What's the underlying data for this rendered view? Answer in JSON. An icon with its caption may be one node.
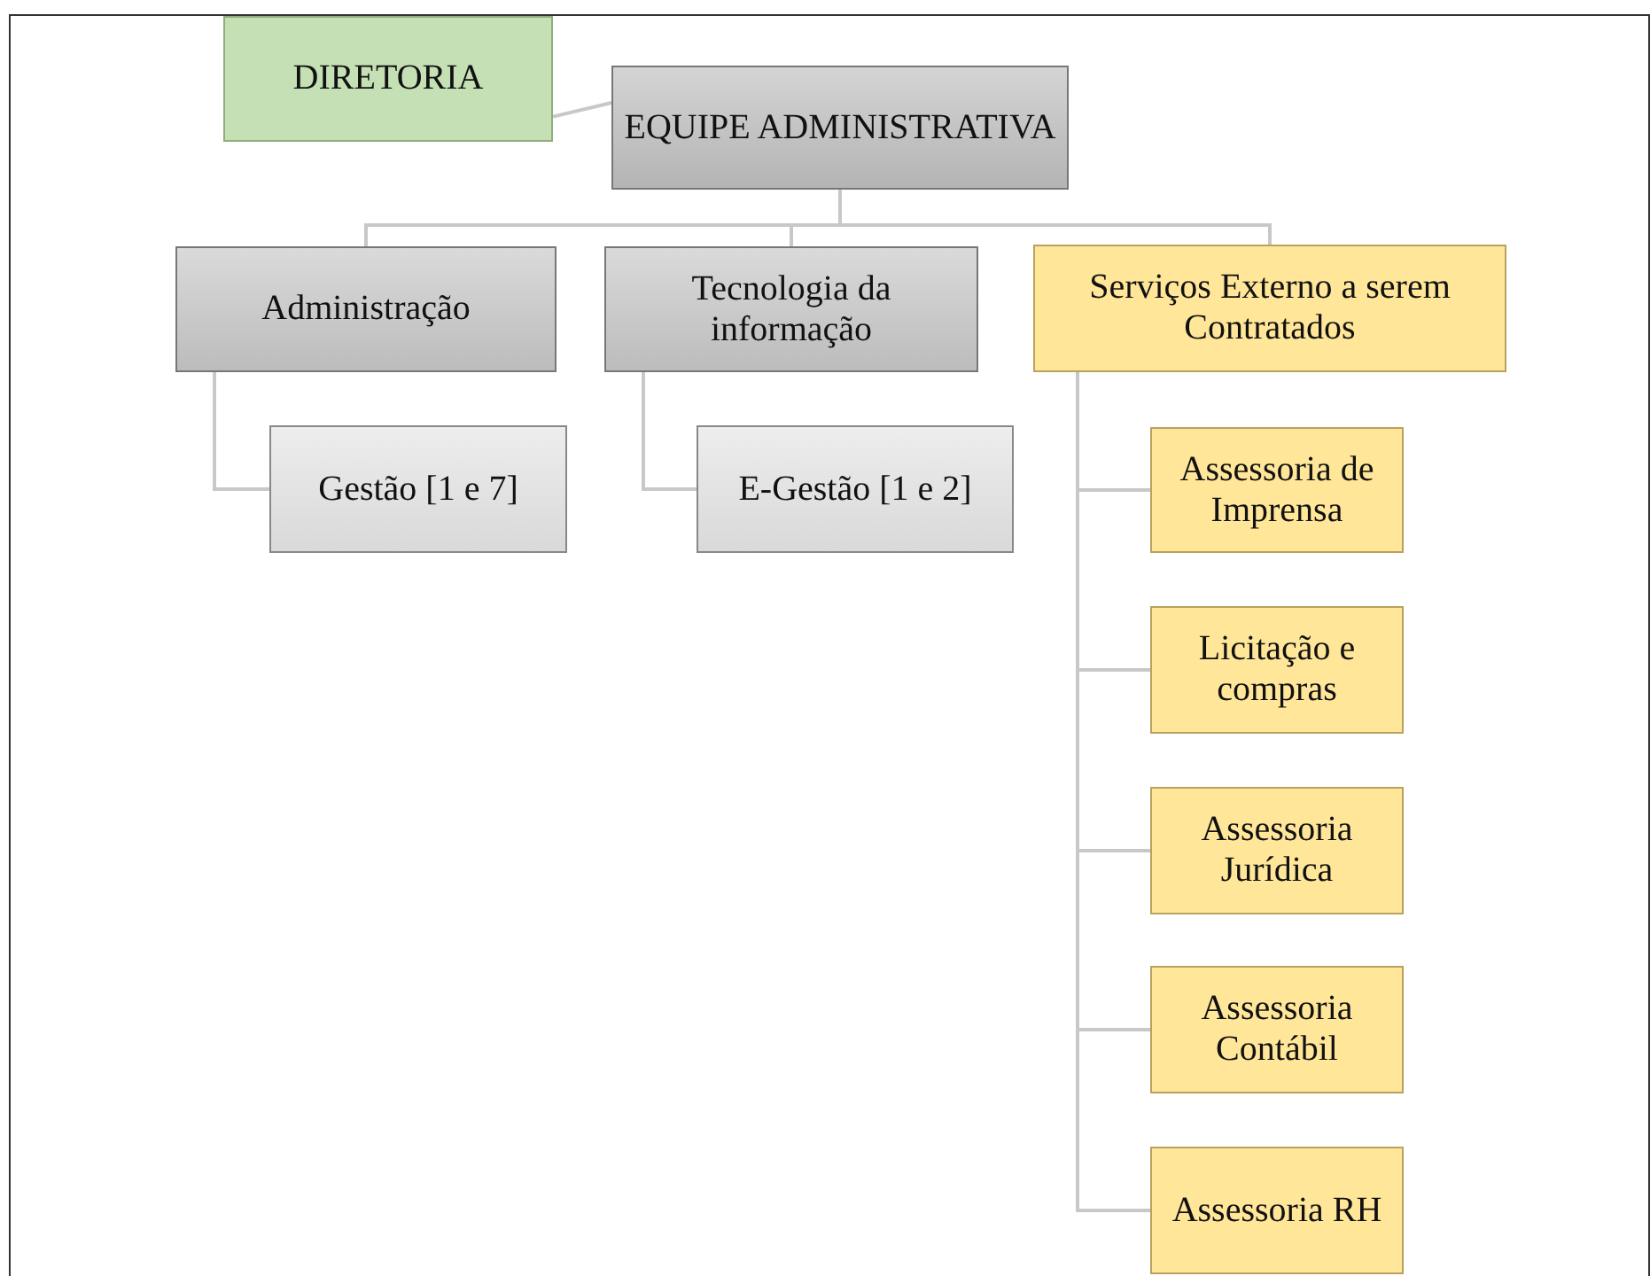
{
  "diagram": {
    "nodes": [
      {
        "text": [
          "DIRETORIA"
        ]
      },
      {
        "text": [
          "EQUIPE ADMINISTRATIVA"
        ]
      },
      {
        "text": [
          "Administração"
        ]
      },
      {
        "text": [
          "Tecnologia da informação"
        ]
      },
      {
        "text": [
          "Serviços Externo a serem Contratados"
        ]
      },
      {
        "text": [
          "Gestão [1 e 7]"
        ]
      },
      {
        "text": [
          "E-Gestão [1 e 2]"
        ]
      },
      {
        "text": [
          "Assessoria de Imprensa"
        ]
      },
      {
        "text": [
          "Licitação e compras"
        ]
      },
      {
        "text": [
          "Assessoria Jurídica"
        ]
      },
      {
        "text": [
          "Assessoria Contábil"
        ]
      },
      {
        "text": [
          "Assessoria RH"
        ]
      }
    ],
    "edges": [
      {
        "from": 0,
        "to": 1,
        "arrow": "none"
      },
      {
        "from": 1,
        "to": 2,
        "arrow": "none"
      },
      {
        "from": 1,
        "to": 3,
        "arrow": "none"
      },
      {
        "from": 1,
        "to": 4,
        "arrow": "none"
      },
      {
        "from": 2,
        "to": 5,
        "arrow": "none"
      },
      {
        "from": 3,
        "to": 6,
        "arrow": "none"
      },
      {
        "from": 4,
        "to": 7,
        "arrow": "none"
      },
      {
        "from": 4,
        "to": 8,
        "arrow": "none"
      },
      {
        "from": 4,
        "to": 9,
        "arrow": "none"
      },
      {
        "from": 4,
        "to": 10,
        "arrow": "none"
      },
      {
        "from": 4,
        "to": 11,
        "arrow": "none"
      }
    ]
  }
}
